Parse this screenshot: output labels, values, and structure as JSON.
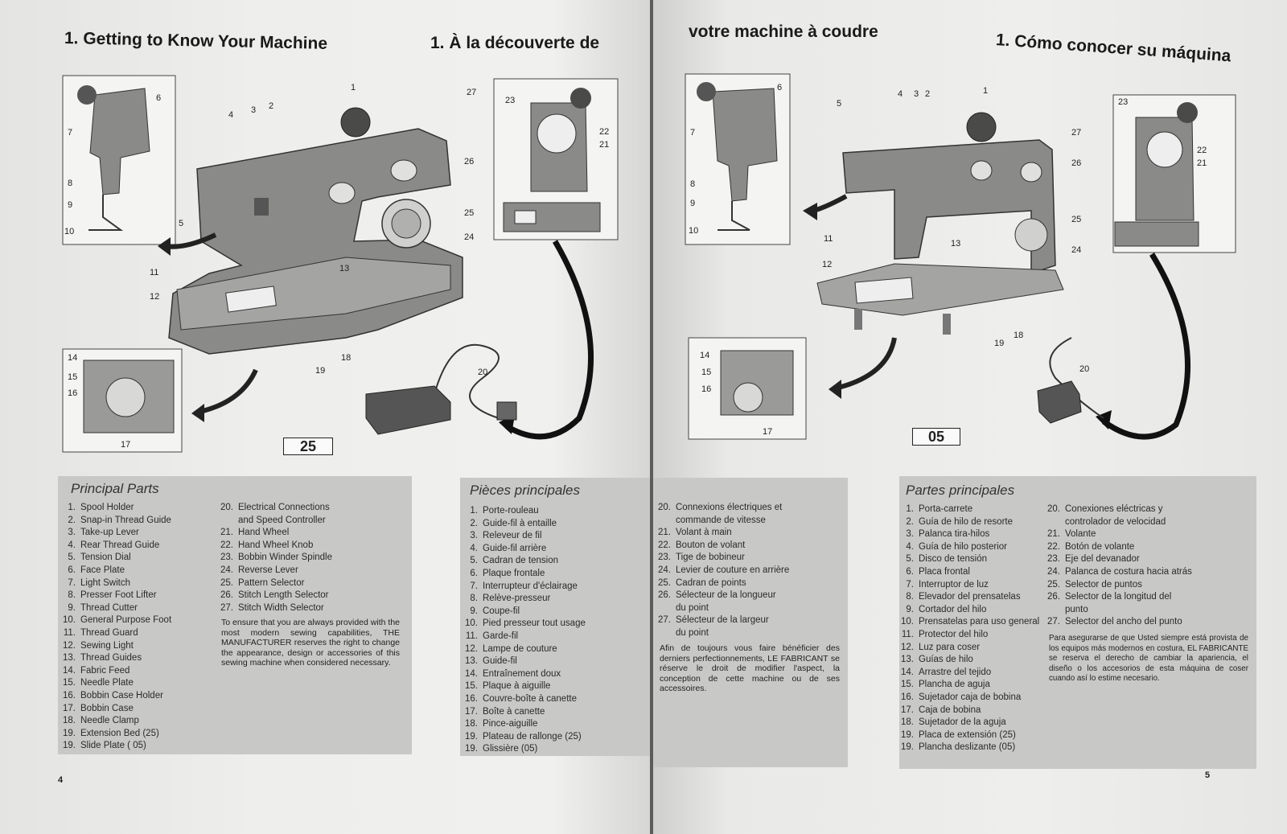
{
  "left_page": {
    "heading_en": "1. Getting to Know Your Machine",
    "heading_fr_start": "1. À la découverte de",
    "model_box": "25",
    "page_number": "4",
    "principal_parts": {
      "title": "Principal Parts",
      "items_col1": [
        {
          "n": "1.",
          "t": "Spool Holder"
        },
        {
          "n": "2.",
          "t": "Snap-in Thread Guide"
        },
        {
          "n": "3.",
          "t": "Take-up Lever"
        },
        {
          "n": "4.",
          "t": "Rear Thread Guide"
        },
        {
          "n": "5.",
          "t": "Tension Dial"
        },
        {
          "n": "6.",
          "t": "Face Plate"
        },
        {
          "n": "7.",
          "t": "Light Switch"
        },
        {
          "n": "8.",
          "t": "Presser Foot Lifter"
        },
        {
          "n": "9.",
          "t": "Thread Cutter"
        },
        {
          "n": "10.",
          "t": "General Purpose Foot"
        },
        {
          "n": "11.",
          "t": "Thread Guard"
        },
        {
          "n": "12.",
          "t": "Sewing Light"
        },
        {
          "n": "13.",
          "t": "Thread Guides"
        },
        {
          "n": "14.",
          "t": "Fabric Feed"
        },
        {
          "n": "15.",
          "t": "Needle Plate"
        },
        {
          "n": "16.",
          "t": "Bobbin Case Holder"
        },
        {
          "n": "17.",
          "t": "Bobbin Case"
        },
        {
          "n": "18.",
          "t": "Needle Clamp"
        },
        {
          "n": "19.",
          "t": "Extension Bed (25)"
        },
        {
          "n": "19.",
          "t": "Slide Plate ( 05)"
        }
      ],
      "items_col2": [
        {
          "n": "20.",
          "t": "Electrical Connections"
        },
        {
          "n": "",
          "t": "and Speed Controller"
        },
        {
          "n": "21.",
          "t": "Hand Wheel"
        },
        {
          "n": "22.",
          "t": "Hand Wheel Knob"
        },
        {
          "n": "23.",
          "t": "Bobbin Winder Spindle"
        },
        {
          "n": "24.",
          "t": "Reverse Lever"
        },
        {
          "n": "25.",
          "t": "Pattern Selector"
        },
        {
          "n": "26.",
          "t": "Stitch Length Selector"
        },
        {
          "n": "27.",
          "t": "Stitch Width Selector"
        }
      ],
      "note": "To ensure that you are always provided with the most modern sewing capabilities, THE MANUFACTURER reserves the right to change the appearance, design or accessories of this sewing machine when considered necessary."
    },
    "pieces": {
      "title": "Pièces principales",
      "items": [
        {
          "n": "1.",
          "t": "Porte-rouleau"
        },
        {
          "n": "2.",
          "t": "Guide-fil à entaille"
        },
        {
          "n": "3.",
          "t": "Releveur de fil"
        },
        {
          "n": "4.",
          "t": "Guide-fil arrière"
        },
        {
          "n": "5.",
          "t": "Cadran de tension"
        },
        {
          "n": "6.",
          "t": "Plaque frontale"
        },
        {
          "n": "7.",
          "t": "Interrupteur d'éclairage"
        },
        {
          "n": "8.",
          "t": "Relève-presseur"
        },
        {
          "n": "9.",
          "t": "Coupe-fil"
        },
        {
          "n": "10.",
          "t": "Pied presseur tout usage"
        },
        {
          "n": "11.",
          "t": "Garde-fil"
        },
        {
          "n": "12.",
          "t": "Lampe de couture"
        },
        {
          "n": "13.",
          "t": "Guide-fil"
        },
        {
          "n": "14.",
          "t": "Entraînement doux"
        },
        {
          "n": "15.",
          "t": "Plaque à aiguille"
        },
        {
          "n": "16.",
          "t": "Couvre-boîte à canette"
        },
        {
          "n": "17.",
          "t": "Boîte à canette"
        },
        {
          "n": "18.",
          "t": "Pince-aiguille"
        },
        {
          "n": "19.",
          "t": "Plateau de rallonge (25)"
        },
        {
          "n": "19.",
          "t": "Glissière (05)"
        }
      ]
    }
  },
  "right_page": {
    "heading_fr_end": "votre machine à coudre",
    "heading_es": "1. Cómo conocer su máquina",
    "model_box": "05",
    "page_number": "5",
    "fr_continued": {
      "items": [
        {
          "n": "20.",
          "t": "Connexions électriques et"
        },
        {
          "n": "",
          "t": "commande de vitesse"
        },
        {
          "n": "21.",
          "t": "Volant à main"
        },
        {
          "n": "22.",
          "t": "Bouton de volant"
        },
        {
          "n": "23.",
          "t": "Tige de bobineur"
        },
        {
          "n": "24.",
          "t": "Levier de couture en arrière"
        },
        {
          "n": "25.",
          "t": "Cadran de points"
        },
        {
          "n": "26.",
          "t": "Sélecteur de la longueur"
        },
        {
          "n": "",
          "t": "du point"
        },
        {
          "n": "27.",
          "t": "Sélecteur de la largeur"
        },
        {
          "n": "",
          "t": "du point"
        }
      ],
      "note": "Afin de toujours vous faire bénéficier des derniers perfectionnements, LE FABRICANT se réserve le droit de modifier l'aspect, la conception de cette machine ou de ses accessoires."
    },
    "partes": {
      "title": "Partes principales",
      "items_col1": [
        {
          "n": "1.",
          "t": "Porta-carrete"
        },
        {
          "n": "2.",
          "t": "Guía de hilo de resorte"
        },
        {
          "n": "3.",
          "t": "Palanca tira-hilos"
        },
        {
          "n": "4.",
          "t": "Guía de hilo posterior"
        },
        {
          "n": "5.",
          "t": "Disco de tensión"
        },
        {
          "n": "6.",
          "t": "Placa frontal"
        },
        {
          "n": "7.",
          "t": "Interruptor de luz"
        },
        {
          "n": "8.",
          "t": "Elevador del prensatelas"
        },
        {
          "n": "9.",
          "t": "Cortador del hilo"
        },
        {
          "n": "10.",
          "t": "Prensatelas para uso general"
        },
        {
          "n": "11.",
          "t": "Protector del hilo"
        },
        {
          "n": "12.",
          "t": "Luz para coser"
        },
        {
          "n": "13.",
          "t": "Guías de hilo"
        },
        {
          "n": "14.",
          "t": "Arrastre del tejido"
        },
        {
          "n": "15.",
          "t": "Plancha de aguja"
        },
        {
          "n": "16.",
          "t": "Sujetador caja de bobina"
        },
        {
          "n": "17.",
          "t": "Caja de bobina"
        },
        {
          "n": "18.",
          "t": "Sujetador de la aguja"
        },
        {
          "n": "19.",
          "t": "Placa de extensión (25)"
        },
        {
          "n": "19.",
          "t": "Plancha deslizante (05)"
        }
      ],
      "items_col2": [
        {
          "n": "20.",
          "t": "Conexiones eléctricas y"
        },
        {
          "n": "",
          "t": "controlador de velocidad"
        },
        {
          "n": "21.",
          "t": "Volante"
        },
        {
          "n": "22.",
          "t": "Botón de volante"
        },
        {
          "n": "23.",
          "t": "Eje del devanador"
        },
        {
          "n": "24.",
          "t": "Palanca de costura hacia atrás"
        },
        {
          "n": "25.",
          "t": "Selector de puntos"
        },
        {
          "n": "26.",
          "t": "Selector de la longitud del"
        },
        {
          "n": "",
          "t": "punto"
        },
        {
          "n": "27.",
          "t": "Selector del ancho del punto"
        }
      ],
      "note": "Para asegurarse de que Usted siempre está provista de los equipos más modernos en costura, EL FABRICANTE se reserva el derecho de cambiar la apariencia, el diseño o los accesorios de esta máquina de coser cuando así lo estime necesario."
    }
  },
  "colors": {
    "panel": "#c8c8c6",
    "machine": "#8a8a88",
    "page": "#ededeb"
  }
}
